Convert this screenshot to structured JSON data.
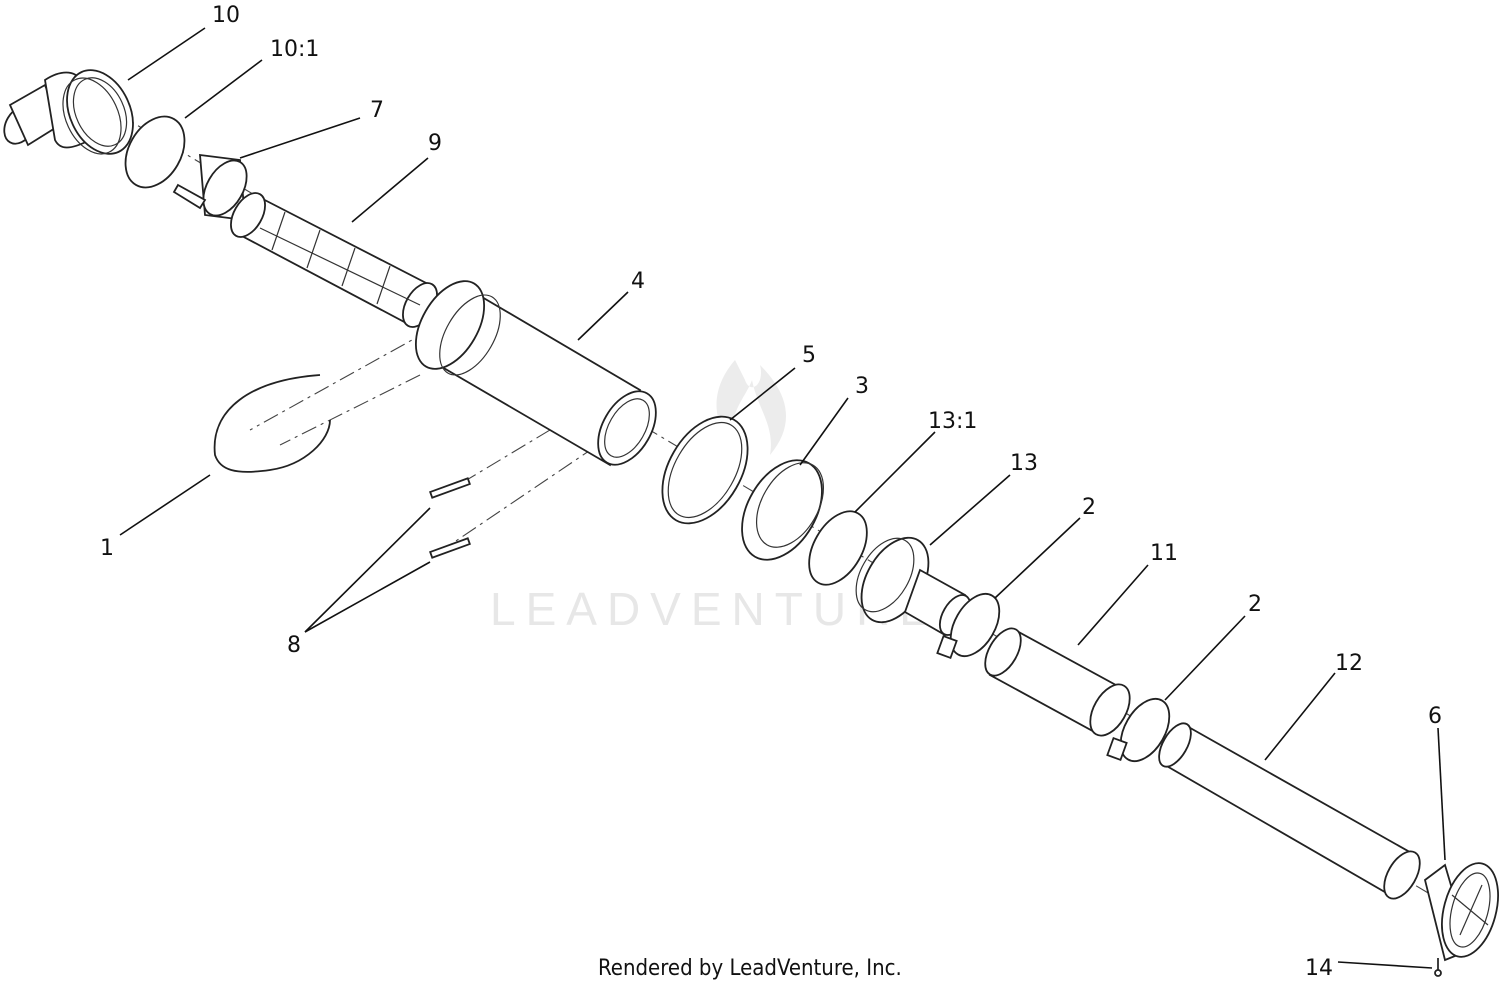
{
  "diagram": {
    "watermark": "LEADVENTURE",
    "footer": "Rendered by LeadVenture, Inc.",
    "callouts": {
      "c10": "10",
      "c10_1": "10:1",
      "c7": "7",
      "c9": "9",
      "c4": "4",
      "c5": "5",
      "c3": "3",
      "c13_1": "13:1",
      "c13": "13",
      "c2a": "2",
      "c11": "11",
      "c2b": "2",
      "c12": "12",
      "c6": "6",
      "c1": "1",
      "c8": "8",
      "c14": "14"
    }
  }
}
